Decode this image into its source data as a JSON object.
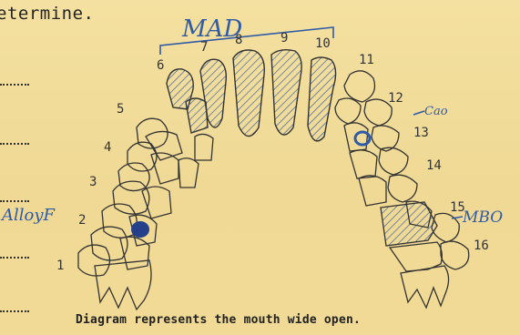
{
  "header": {
    "text": "etermine."
  },
  "caption": {
    "text": "Diagram represents the mouth wide open."
  },
  "tooth_numbers": [
    "1",
    "2",
    "3",
    "4",
    "5",
    "6",
    "7",
    "8",
    "9",
    "10",
    "11",
    "12",
    "13",
    "14",
    "15",
    "16"
  ],
  "annotations": {
    "mad": "MAD",
    "alloy": "AlloyF",
    "mbo": "MBO",
    "cao": "Cao"
  }
}
